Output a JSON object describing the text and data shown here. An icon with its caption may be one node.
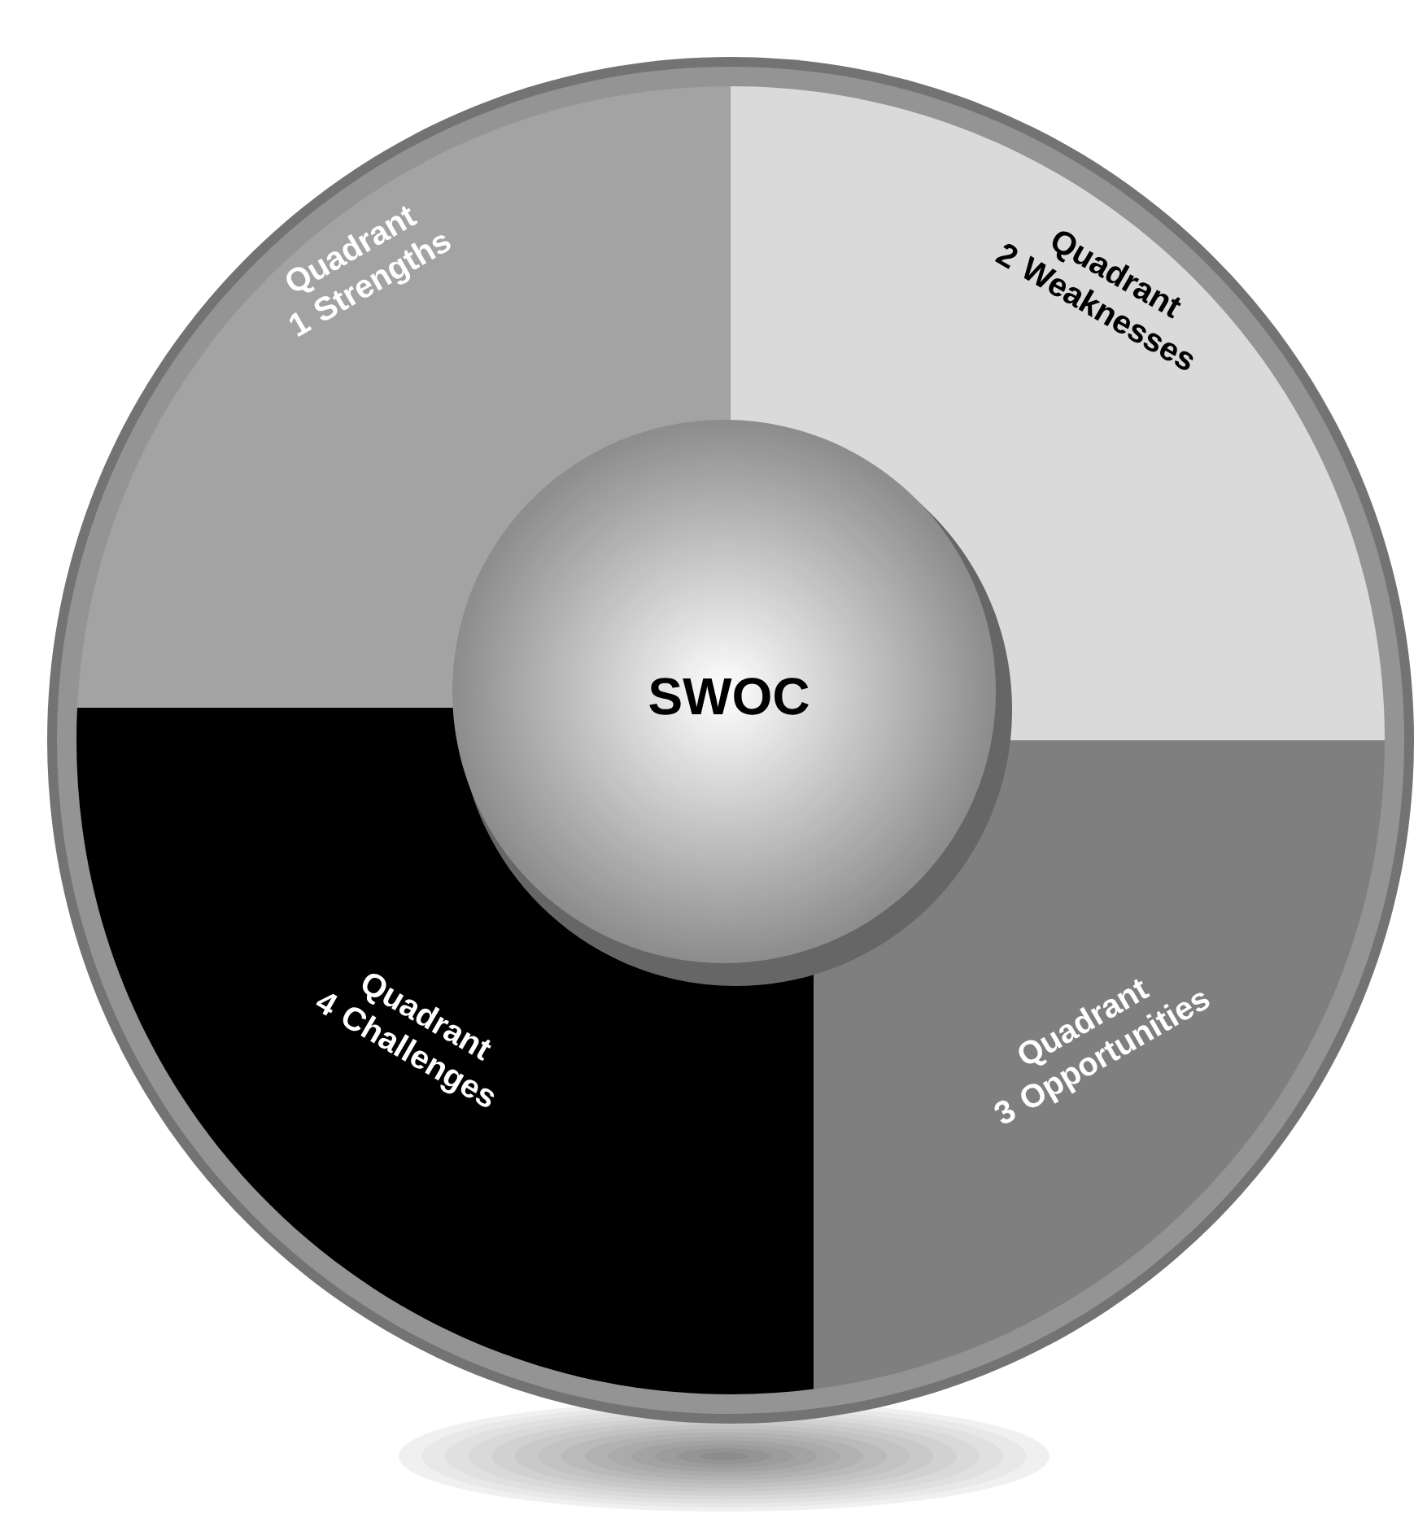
{
  "diagram": {
    "nodes": [
      {
        "text": [
          "Quadrant 1 Strengths"
        ]
      },
      {
        "text": [
          "Quadrant 2 Weaknesses"
        ]
      },
      {
        "text": [
          "Quadrant 3 Opportunities"
        ]
      },
      {
        "text": [
          "Quadrant 4 Challenges"
        ]
      },
      {
        "text": [
          "SWOC"
        ]
      }
    ]
  }
}
